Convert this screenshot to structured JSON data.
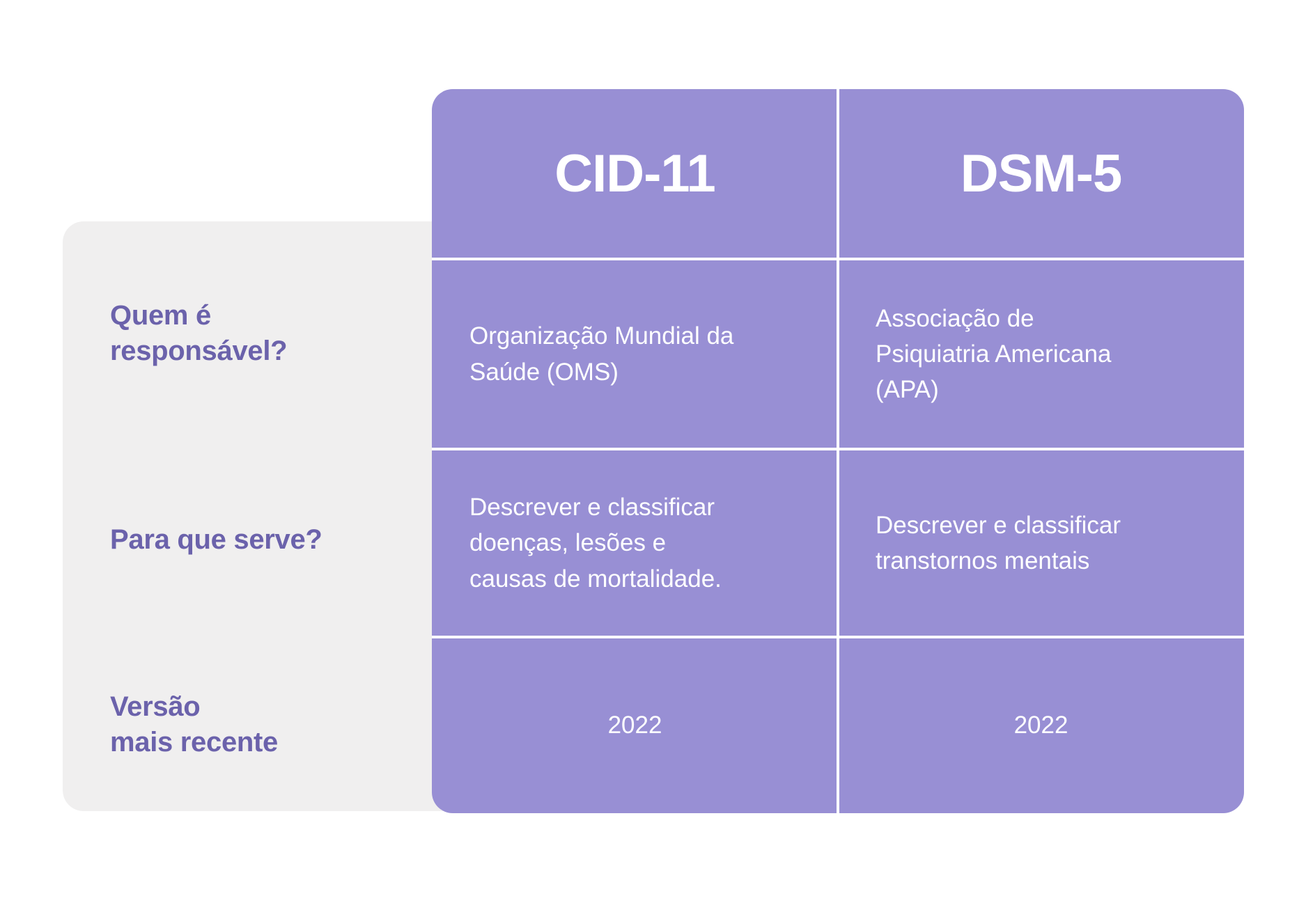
{
  "colors": {
    "accent_purple": "#988fd4",
    "label_purple": "#6b62ab",
    "panel_gray": "#f0efef",
    "divider_white": "#ffffff",
    "page_background": "#ffffff"
  },
  "table": {
    "corner_label": "",
    "columns": [
      {
        "title": "CID-11"
      },
      {
        "title": "DSM-5"
      }
    ],
    "rows": [
      {
        "label": "Quem é\nresponsável?",
        "cells": [
          "Organização Mundial da\nSaúde (OMS)",
          "Associação de\nPsiquiatria Americana\n(APA)"
        ]
      },
      {
        "label": "Para que serve?",
        "cells": [
          "Descrever e classificar\ndoenças, lesões e\ncausas de mortalidade.",
          "Descrever e classificar\ntranstornos mentais"
        ]
      },
      {
        "label": "Versão\nmais recente",
        "cells": [
          "2022",
          "2022"
        ]
      }
    ]
  }
}
